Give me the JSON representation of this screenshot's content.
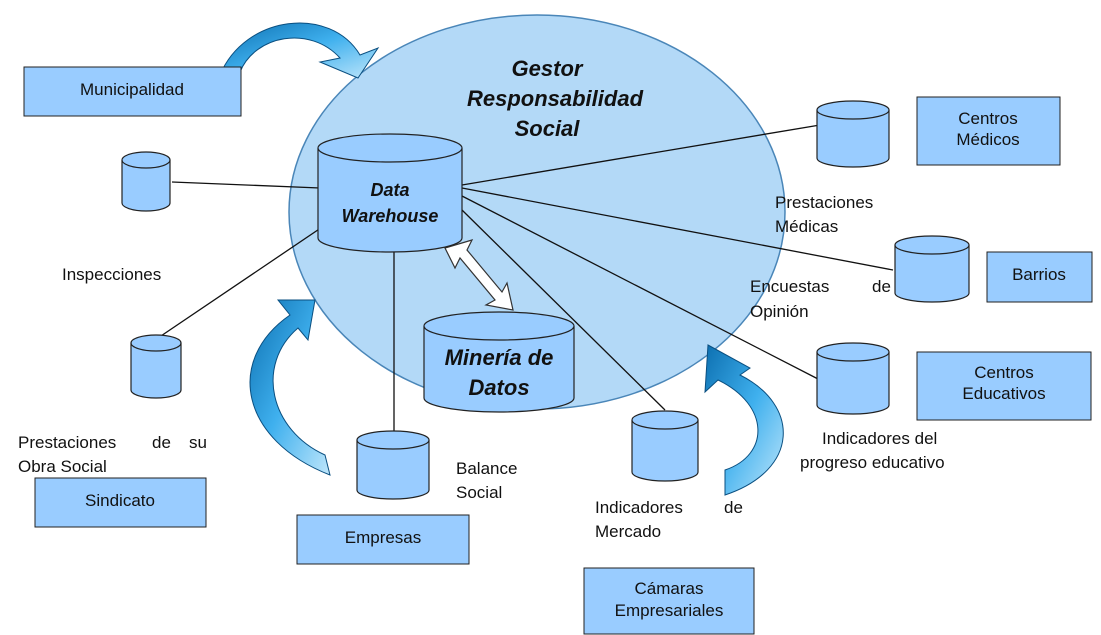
{
  "title": {
    "line1": "Gestor",
    "line2": "Responsabilidad",
    "line3": "Social"
  },
  "data_warehouse": {
    "line1": "Data",
    "line2": "Warehouse"
  },
  "mineria": {
    "line1": "Minería de",
    "line2": "Datos"
  },
  "boxes": {
    "municipalidad": "Municipalidad",
    "centros_medicos": {
      "line1": "Centros",
      "line2": "Médicos"
    },
    "barrios": "Barrios",
    "centros_educativos": {
      "line1": "Centros",
      "line2": "Educativos"
    },
    "sindicato": "Sindicato",
    "empresas": "Empresas",
    "camaras": {
      "line1": "Cámaras",
      "line2": "Empresariales"
    }
  },
  "labels": {
    "inspecciones": "Inspecciones",
    "prestaciones_medicas": {
      "line1": "Prestaciones",
      "line2": "Médicas"
    },
    "encuestas": {
      "line1": "Encuestas",
      "line1b": "de",
      "line2": "Opinión"
    },
    "indicadores_progreso": {
      "line1": "Indicadores del",
      "line2": "progreso educativo"
    },
    "prestaciones_obra": {
      "line1a": "Prestaciones",
      "line1b": "de",
      "line1c": "su",
      "line2": "Obra Social"
    },
    "balance": {
      "line1": "Balance",
      "line2": "Social"
    },
    "indicadores_mercado": {
      "line1a": "Indicadores",
      "line1b": "de",
      "line2": "Mercado"
    }
  },
  "colors": {
    "circle": "#b3d9f7",
    "box": "#99ccff",
    "cylinder": "#99ccff",
    "arrow": "#1f9be0"
  }
}
